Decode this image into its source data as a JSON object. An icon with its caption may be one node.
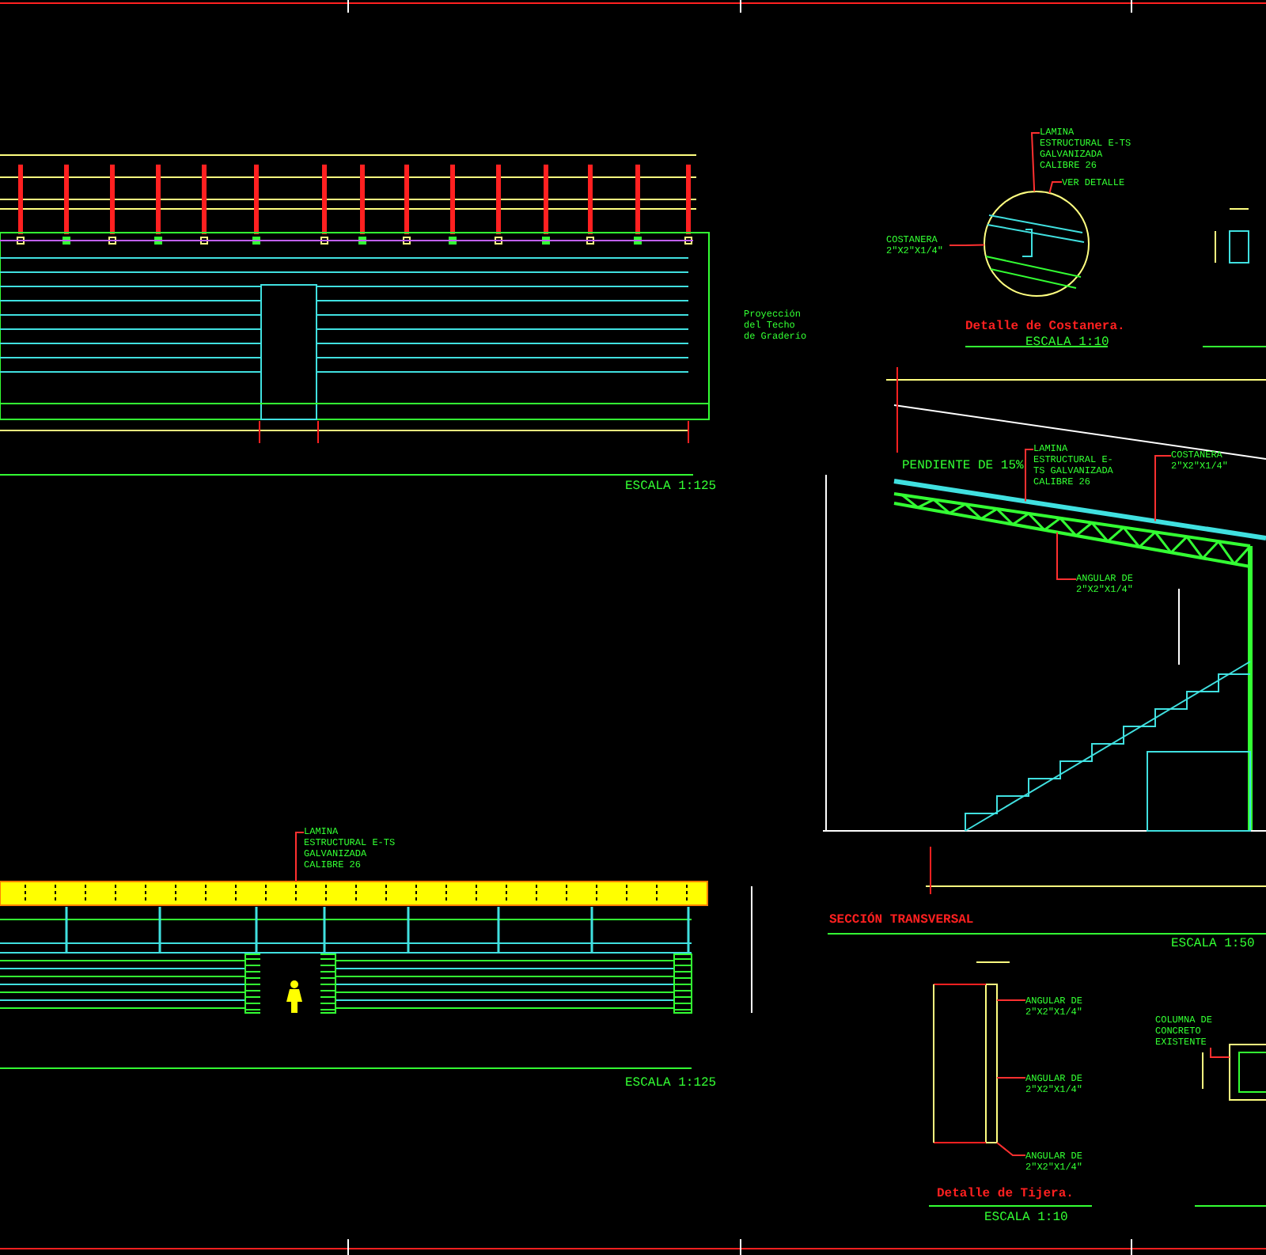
{
  "diagram": {
    "nodes": [
      {
        "text": [
          "LAMINA ESTRUCTURAL E-TS GALVANIZADA CALIBRE 26"
        ]
      },
      {
        "text": [
          "VER DETALLE"
        ]
      },
      {
        "text": [
          "COSTANERA 2\"X2\"X1/4\""
        ]
      },
      {
        "text": [
          "LAMINA ESTRUCTURAL E-TS GALVANIZADA CALIBRE 26"
        ]
      },
      {
        "text": [
          "COSTANERA 2\"X2\"X1/4\""
        ]
      },
      {
        "text": [
          "ANGULAR DE 2\"X2\"X1/4\""
        ]
      },
      {
        "text": [
          "LAMINA ESTRUCTURAL E-TS GALVANIZADA CALIBRE 26"
        ]
      },
      {
        "text": [
          "ANGULAR DE 2\"X2\"X1/4\""
        ]
      },
      {
        "text": [
          "ANGULAR DE 2\"X2\"X1/4\""
        ]
      },
      {
        "text": [
          "ANGULAR DE 2\"X2\"X1/4\""
        ]
      },
      {
        "text": [
          "COLUMNA DE CONCRETO EXISTENTE"
        ]
      },
      {
        "text": [
          "Proyección del Techo de Graderío"
        ]
      },
      {
        "text": [],
        "shape": "circle",
        "beside": [
          "Detalle de Costanera."
        ]
      },
      {
        "text": [],
        "shape": "picture",
        "beside": [
          "PENDIENTE DE 15%"
        ]
      },
      {
        "text": [],
        "shape": "bar"
      },
      {
        "text": [],
        "shape": "bar"
      },
      {
        "text": [],
        "shape": "box"
      }
    ],
    "edges": [
      {
        "from": 0,
        "to": 12,
        "arrow": "none"
      },
      {
        "from": 1,
        "to": 12,
        "arrow": "none"
      },
      {
        "from": 2,
        "to": 12,
        "arrow": "none"
      },
      {
        "from": 3,
        "to": 13,
        "arrow": "none"
      },
      {
        "from": 4,
        "to": 13,
        "arrow": "none"
      },
      {
        "from": 5,
        "to": 13,
        "arrow": "none"
      },
      {
        "from": 6,
        "to": 14,
        "arrow": "none"
      },
      {
        "from": 7,
        "to": 15,
        "arrow": "none"
      },
      {
        "from": 8,
        "to": 15,
        "arrow": "none"
      },
      {
        "from": 9,
        "to": 15,
        "arrow": "none"
      },
      {
        "from": 10,
        "to": 16,
        "arrow": "none"
      }
    ],
    "labels": [
      "ESCALA 1:10",
      "ESCALA 1:125",
      "SECCIÓN TRANSVERSAL",
      "ESCALA 1:50",
      "ESCALA 1:125",
      "Detalle de Tijera.",
      "ESCALA 1:10"
    ]
  }
}
